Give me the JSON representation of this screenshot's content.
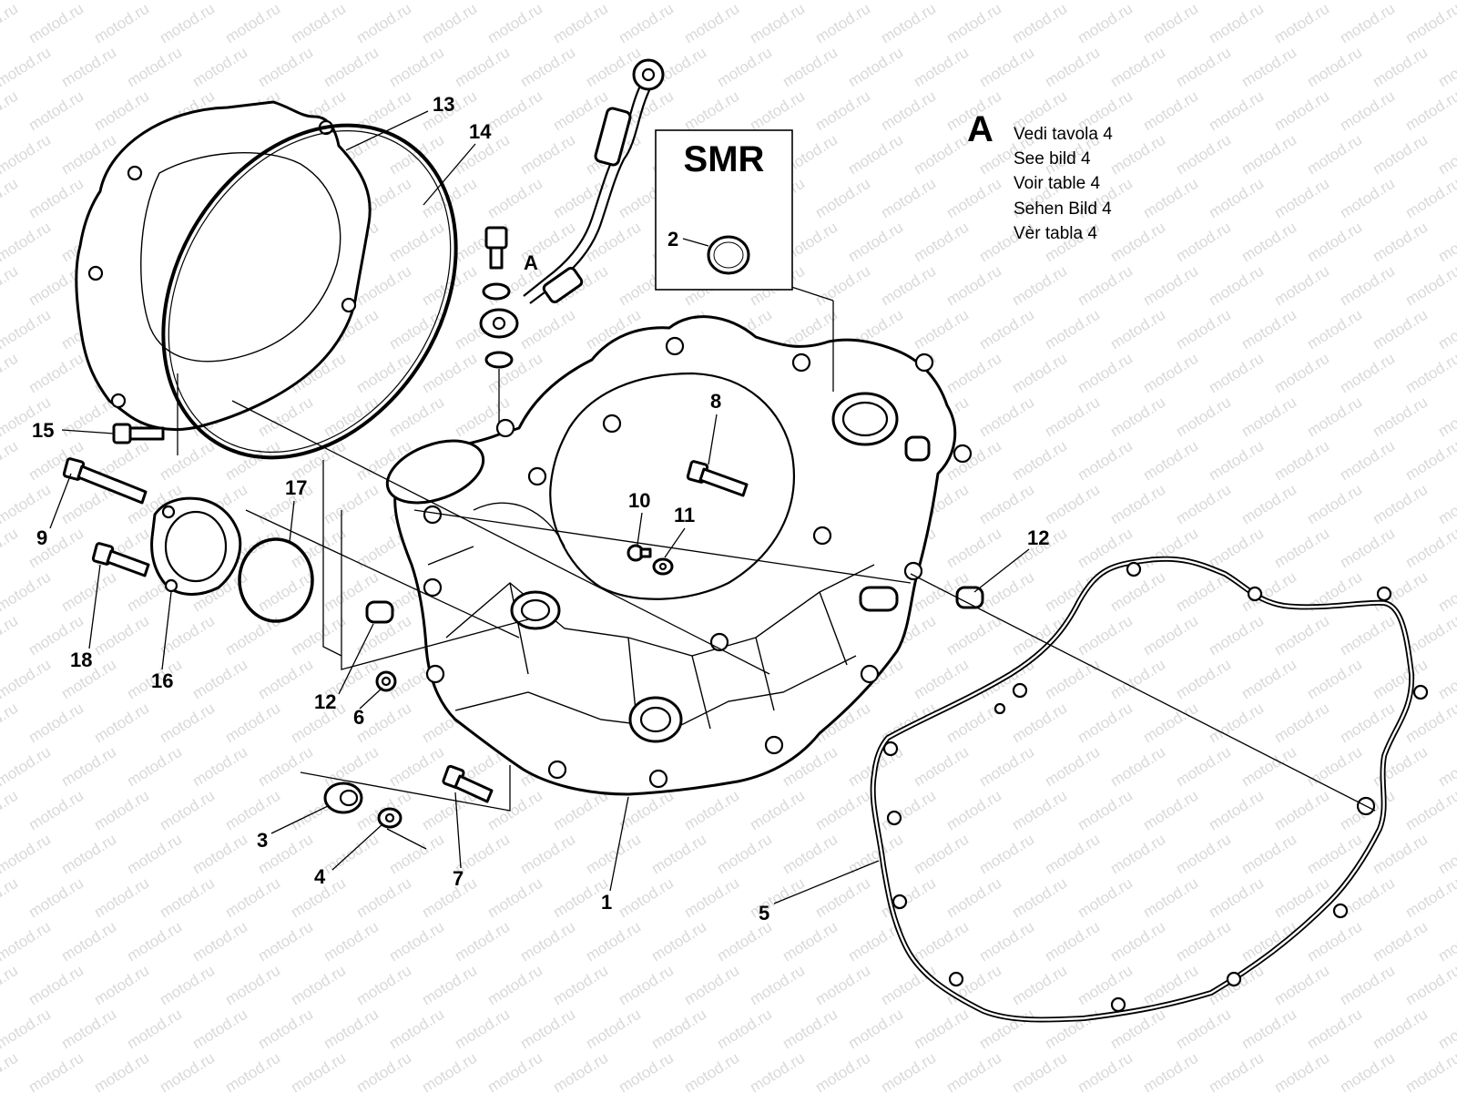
{
  "watermark": "motod.ru",
  "smr_box": {
    "label": "SMR"
  },
  "reference_note": {
    "letter": "A",
    "lines": [
      "Vedi tavola 4",
      "See bild 4",
      "Voir table 4",
      "Sehen Bild 4",
      "Vèr tabla 4"
    ]
  },
  "inline_marker": "A",
  "callouts": [
    "13",
    "14",
    "15",
    "9",
    "17",
    "18",
    "16",
    "12",
    "6",
    "3",
    "4",
    "7",
    "1",
    "5",
    "2",
    "8",
    "10",
    "11",
    "12"
  ]
}
